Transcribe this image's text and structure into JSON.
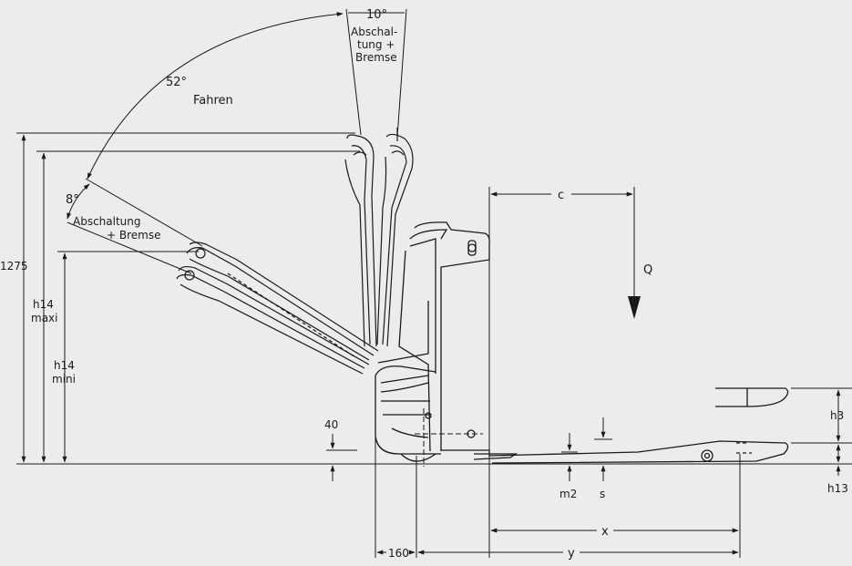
{
  "angles": {
    "drive_angle": "52°",
    "drive_label": "Fahren",
    "top_brake_angle": "10°",
    "top_brake_lines": [
      "Abschal-",
      "tung +",
      "Bremse"
    ],
    "low_brake_angle": "8°",
    "low_brake_lines": [
      "Abschaltung",
      "+ Bremse"
    ]
  },
  "heights": {
    "total": "1275",
    "h14_maxi_lines": [
      "h14",
      "maxi"
    ],
    "h14_mini_lines": [
      "h14",
      "mini"
    ],
    "ground_clearance": "40",
    "h3": "h3",
    "h13": "h13"
  },
  "dimensions": {
    "c": "c",
    "q": "Q",
    "m2": "m2",
    "s": "s",
    "x": "x",
    "offset_160": "160",
    "y": "y"
  },
  "colors": {
    "background": "#ececec",
    "line": "#1a1a1a"
  }
}
